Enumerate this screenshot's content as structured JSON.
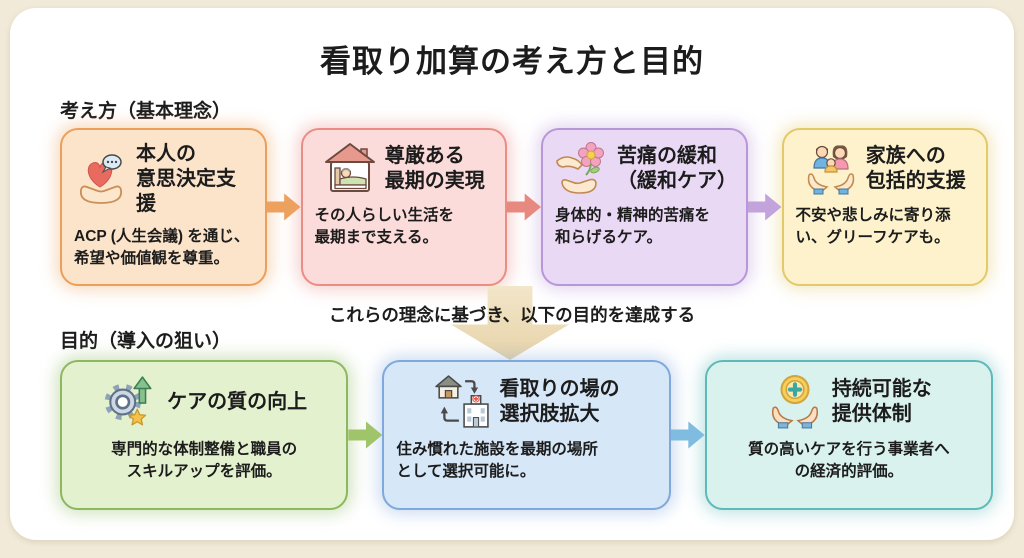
{
  "title": "看取り加算の考え方と目的",
  "background": {
    "outer": "#f1ead8",
    "card": "#ffffff"
  },
  "principles": {
    "label": "考え方（基本理念）",
    "arrow_colors": [
      "#eda15e",
      "#e8897f",
      "#c2a3db"
    ],
    "items": [
      {
        "icon": "hands-heart-speech-icon",
        "title": "本人の\n意思決定支援",
        "desc": "ACP (人生会議) を通じ、\n希望や価値観を尊重。",
        "bg": "#fce4cb",
        "border": "#eb9f5a"
      },
      {
        "icon": "elder-in-bed-house-icon",
        "title": "尊厳ある\n最期の実現",
        "desc": "その人らしい生活を\n最期まで支える。",
        "bg": "#fbdcda",
        "border": "#e98d85"
      },
      {
        "icon": "hand-flower-icon",
        "title": "苦痛の緩和\n（緩和ケア）",
        "desc": "身体的・精神的苦痛を\n和らげるケア。",
        "bg": "#ead9f5",
        "border": "#b897d8"
      },
      {
        "icon": "family-in-hands-icon",
        "title": "家族への\n包括的支援",
        "desc": "不安や悲しみに寄り添\nい、グリーフケアも。",
        "bg": "#fdf2cc",
        "border": "#e3c96a"
      }
    ]
  },
  "connector": {
    "text": "これらの理念に基づき、以下の目的を達成する",
    "arrow_color": "#e9d7b2"
  },
  "purposes": {
    "label": "目的（導入の狙い）",
    "arrow_colors": [
      "#a0c469",
      "#7fbcdf"
    ],
    "items": [
      {
        "icon": "gear-up-arrow-star-icon",
        "title": "ケアの質の向上",
        "desc": "専門的な体制整備と職員の\nスキルアップを評価。",
        "bg": "#e4f1cf",
        "border": "#8cb860"
      },
      {
        "icon": "house-hospital-cycle-icon",
        "title": "看取りの場の\n選択肢拡大",
        "desc": "住み慣れた施設を最期の場所\nとして選択可能に。",
        "bg": "#d6e7f8",
        "border": "#7fa8dc"
      },
      {
        "icon": "hands-coin-plus-icon",
        "title": "持続可能な\n提供体制",
        "desc": "質の高いケアを行う事業者へ\nの経済的評価。",
        "bg": "#d9f2ee",
        "border": "#5fb9b9"
      }
    ]
  }
}
